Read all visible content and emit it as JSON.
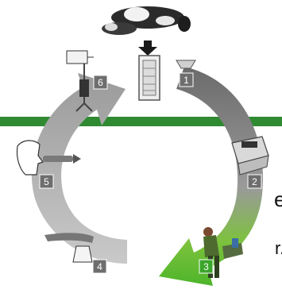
{
  "cycle": {
    "steps": [
      {
        "number": "1",
        "color": "#6e6e6e"
      },
      {
        "number": "2",
        "color": "#6e6e6e"
      },
      {
        "number": "3",
        "color": "#3aa52a"
      },
      {
        "number": "4",
        "color": "#6e6e6e"
      },
      {
        "number": "5",
        "color": "#6e6e6e"
      },
      {
        "number": "6",
        "color": "#6e6e6e"
      }
    ]
  },
  "colors": {
    "green_band": "#2f8a32",
    "arrow_gray": "#9a9a9a",
    "arrow_green": "#5cc12a"
  },
  "clipped_text": {
    "left_edge_char": "e",
    "right_edge_char": "r."
  }
}
